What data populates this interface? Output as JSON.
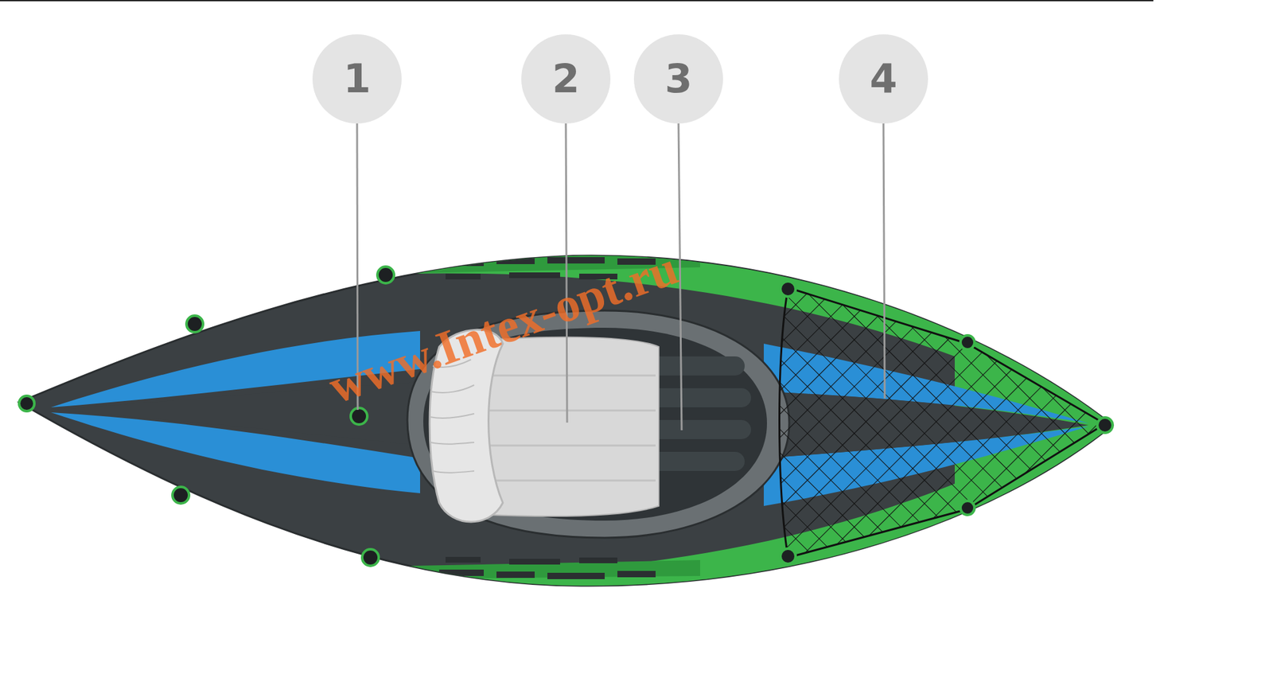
{
  "diagram": {
    "labels": [
      "1",
      "2",
      "3",
      "4",
      "www.Intex-opt.ru"
    ]
  }
}
